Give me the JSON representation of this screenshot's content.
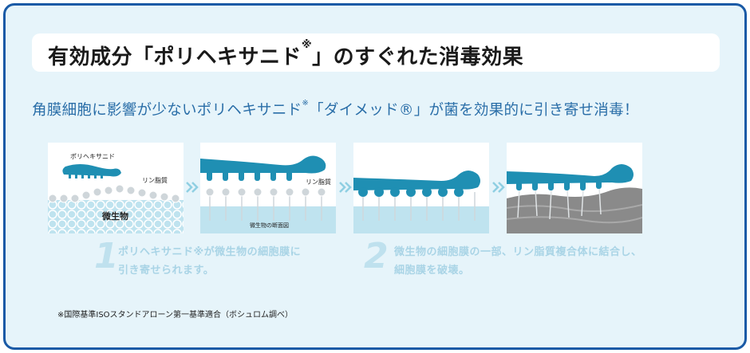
{
  "title": {
    "text": "有効成分「ポリヘキサニド",
    "mark": "※",
    "tail": "」のすぐれた消毒効果"
  },
  "subtitle": {
    "text": "角膜細胞に影響が少ないポリヘキサニド",
    "mark": "※",
    "tail": "「ダイメッド®」が菌を効果的に引き寄せ消毒！"
  },
  "panels": {
    "p1": {
      "polymer_label": "ポリヘキサニド",
      "lipid_label": "リン脂質",
      "microbe_label": "微生物"
    },
    "p2": {
      "lipid_label": "リン脂質",
      "section_label": "微生物の断面図"
    },
    "p3": {},
    "p4": {}
  },
  "steps": [
    {
      "number": "1",
      "line1": "ポリヘキサニド※が微生物の細胞膜に",
      "line2": "引き寄せられます。"
    },
    {
      "number": "2",
      "line1": "微生物の細胞膜の一部、リン脂質複合体に結合し、",
      "line2": "細胞膜を破壊。"
    }
  ],
  "footnote": "※国際基準ISOスタンドアローン第一基準適合（ボシュロム調べ）",
  "colors": {
    "frame": "#1a5aa6",
    "background": "#e6f4fa",
    "polymer": "#1f8fb3",
    "membrane": "#bfe3ef",
    "damaged": "#8a8a8a"
  }
}
